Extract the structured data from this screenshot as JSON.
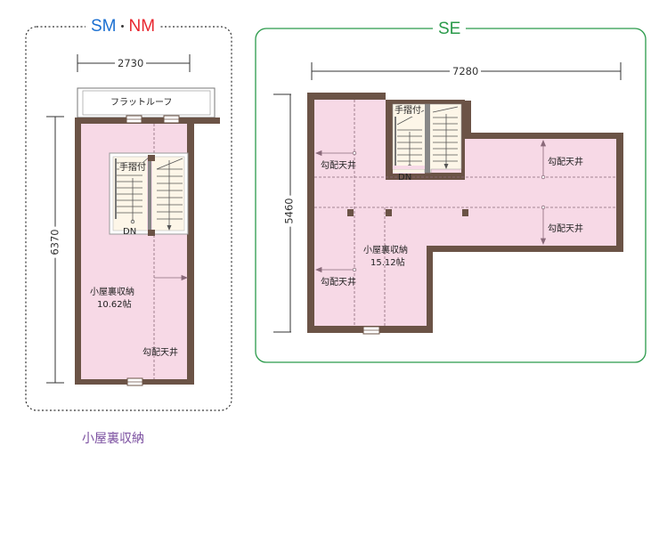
{
  "left_plan": {
    "header_sm": "SM",
    "header_sep": "・",
    "header_nm": "NM",
    "width_dim": "2730",
    "height_dim": "6370",
    "balcony_label": "フラットルーフ",
    "handrail_label": "手摺付",
    "stair_dn": "DN",
    "room_name": "小屋裏収納",
    "room_area": "10.62帖",
    "slope_label": "勾配天井"
  },
  "right_plan": {
    "header": "SE",
    "width_dim": "7280",
    "height_dim": "5460",
    "handrail_label": "手摺付",
    "stair_dn": "DN",
    "slope_left_top": "勾配天井",
    "slope_right_top": "勾配天井",
    "slope_right_bottom": "勾配天井",
    "slope_left_bottom": "勾配天井",
    "room_name": "小屋裏収納",
    "room_area": "15.12帖"
  },
  "caption": "小屋裏収納",
  "colors": {
    "sm": "#1a6fd1",
    "nm": "#e8262f",
    "se": "#2a9a4a",
    "wall": "#6b5346",
    "floor": "#f7d9e6",
    "caption": "#7b4fa0"
  }
}
